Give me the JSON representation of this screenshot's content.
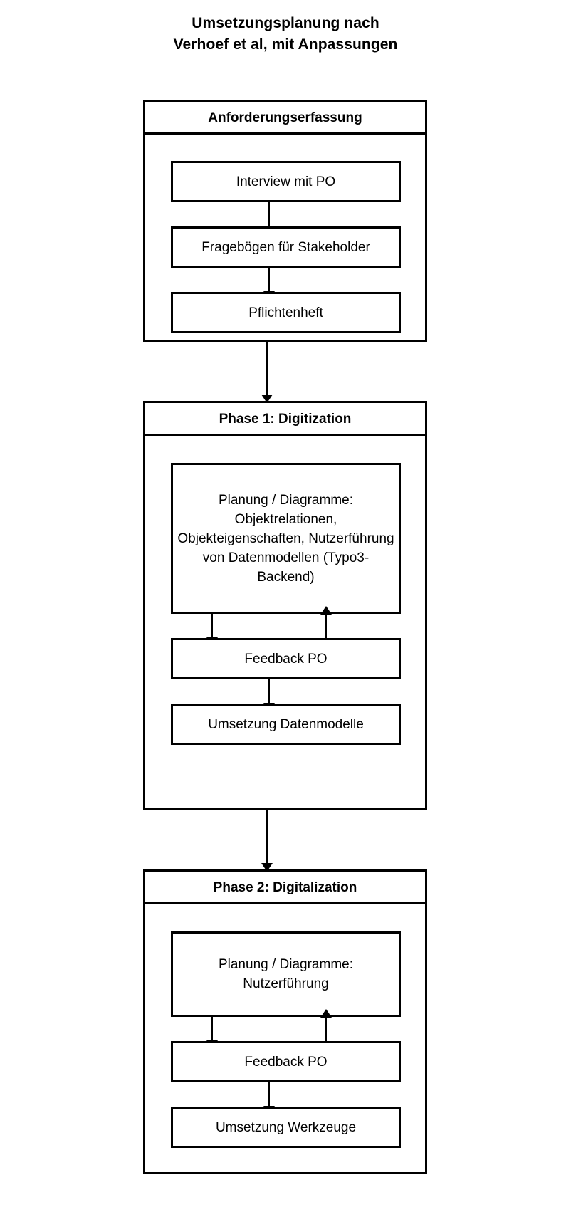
{
  "title": {
    "line1": "Umsetzungsplanung nach",
    "line2": "Verhoef et al, mit Anpassungen"
  },
  "colors": {
    "stroke": "#000000",
    "background": "#ffffff",
    "text": "#000000"
  },
  "diagram": {
    "type": "flowchart",
    "orientation": "vertical",
    "phases": [
      {
        "id": "anforderungserfassung",
        "header": "Anforderungserfassung",
        "steps": [
          {
            "id": "interview-mit-po",
            "label": "Interview mit PO"
          },
          {
            "id": "fragebogen-stakeholder",
            "label": "Fragebögen für Stakeholder"
          },
          {
            "id": "pflichtenheft",
            "label": "Pflichtenheft"
          }
        ],
        "connectors": [
          {
            "from": "interview-mit-po",
            "to": "fragebogen-stakeholder",
            "direction": "down"
          },
          {
            "from": "fragebogen-stakeholder",
            "to": "pflichtenheft",
            "direction": "down"
          }
        ]
      },
      {
        "id": "phase-1-digitization",
        "header": "Phase 1: Digitization",
        "steps": [
          {
            "id": "planung-diagramme-datenmodelle",
            "label": "Planung / Diagramme: Objektrelationen, Objekteigenschaften, Nutzerführung von Datenmodellen (Typo3-Backend)"
          },
          {
            "id": "feedback-po-1",
            "label": "Feedback PO"
          },
          {
            "id": "umsetzung-datenmodelle",
            "label": "Umsetzung Datenmodelle"
          }
        ],
        "connectors": [
          {
            "from": "planung-diagramme-datenmodelle",
            "to": "feedback-po-1",
            "direction": "down"
          },
          {
            "from": "feedback-po-1",
            "to": "planung-diagramme-datenmodelle",
            "direction": "up"
          },
          {
            "from": "feedback-po-1",
            "to": "umsetzung-datenmodelle",
            "direction": "down"
          }
        ]
      },
      {
        "id": "phase-2-digitalization",
        "header": "Phase 2: Digitalization",
        "steps": [
          {
            "id": "planung-diagramme-nutzerfuehrung",
            "label": "Planung / Diagramme: Nutzerführung"
          },
          {
            "id": "feedback-po-2",
            "label": "Feedback PO"
          },
          {
            "id": "umsetzung-werkzeuge",
            "label": "Umsetzung Werkzeuge"
          }
        ],
        "connectors": [
          {
            "from": "planung-diagramme-nutzerfuehrung",
            "to": "feedback-po-2",
            "direction": "down"
          },
          {
            "from": "feedback-po-2",
            "to": "planung-diagramme-nutzerfuehrung",
            "direction": "up"
          },
          {
            "from": "feedback-po-2",
            "to": "umsetzung-werkzeuge",
            "direction": "down"
          }
        ]
      }
    ],
    "phase_connectors": [
      {
        "from": "anforderungserfassung",
        "to": "phase-1-digitization",
        "direction": "down"
      },
      {
        "from": "phase-1-digitization",
        "to": "phase-2-digitalization",
        "direction": "down"
      }
    ]
  }
}
